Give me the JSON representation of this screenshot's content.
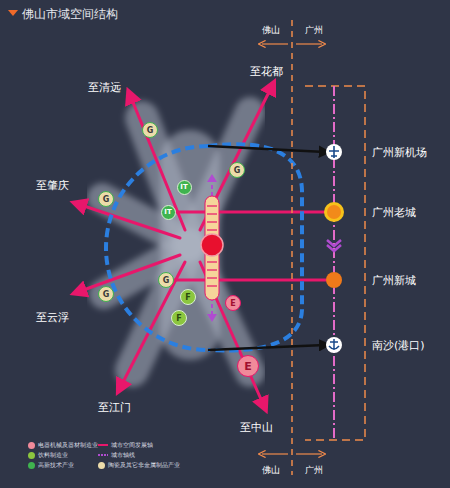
{
  "diagram": {
    "title": "佛山市域空间结构",
    "nodes": [
      {
        "text": [
          "G"
        ]
      },
      {
        "text": [
          "IT"
        ]
      },
      {
        "text": [
          "G"
        ]
      },
      {
        "text": [
          "G"
        ]
      },
      {
        "text": [
          "IT"
        ]
      },
      {
        "text": [
          "G"
        ]
      },
      {
        "text": [
          "G"
        ]
      },
      {
        "text": [
          "F"
        ]
      },
      {
        "text": [
          "F"
        ]
      },
      {
        "text": [
          "E"
        ]
      },
      {
        "text": [
          "E"
        ]
      },
      {
        "text": [
          "广州新机场"
        ]
      },
      {
        "text": [
          "广州老城"
        ]
      },
      {
        "text": [
          "广州新城"
        ]
      },
      {
        "text": [
          "南沙(港口)"
        ]
      }
    ],
    "labels": [
      "佛山",
      "广州",
      "佛山",
      "广州",
      "至清远",
      "至花都",
      "至肇庆",
      "至云浮",
      "至江门",
      "至中山"
    ],
    "legend": [
      {
        "text": "电器机械及器材制造业",
        "color": "#f08a9a"
      },
      {
        "text": "饮料制造业",
        "color": "#8cc63f"
      },
      {
        "text": "高新技术产业",
        "color": "#3fb34f"
      },
      {
        "text": "城市空间发展轴"
      },
      {
        "text": "城市轴线"
      },
      {
        "text": "陶瓷及其它非金属制品产业",
        "color": "#ecdcaa"
      }
    ]
  }
}
